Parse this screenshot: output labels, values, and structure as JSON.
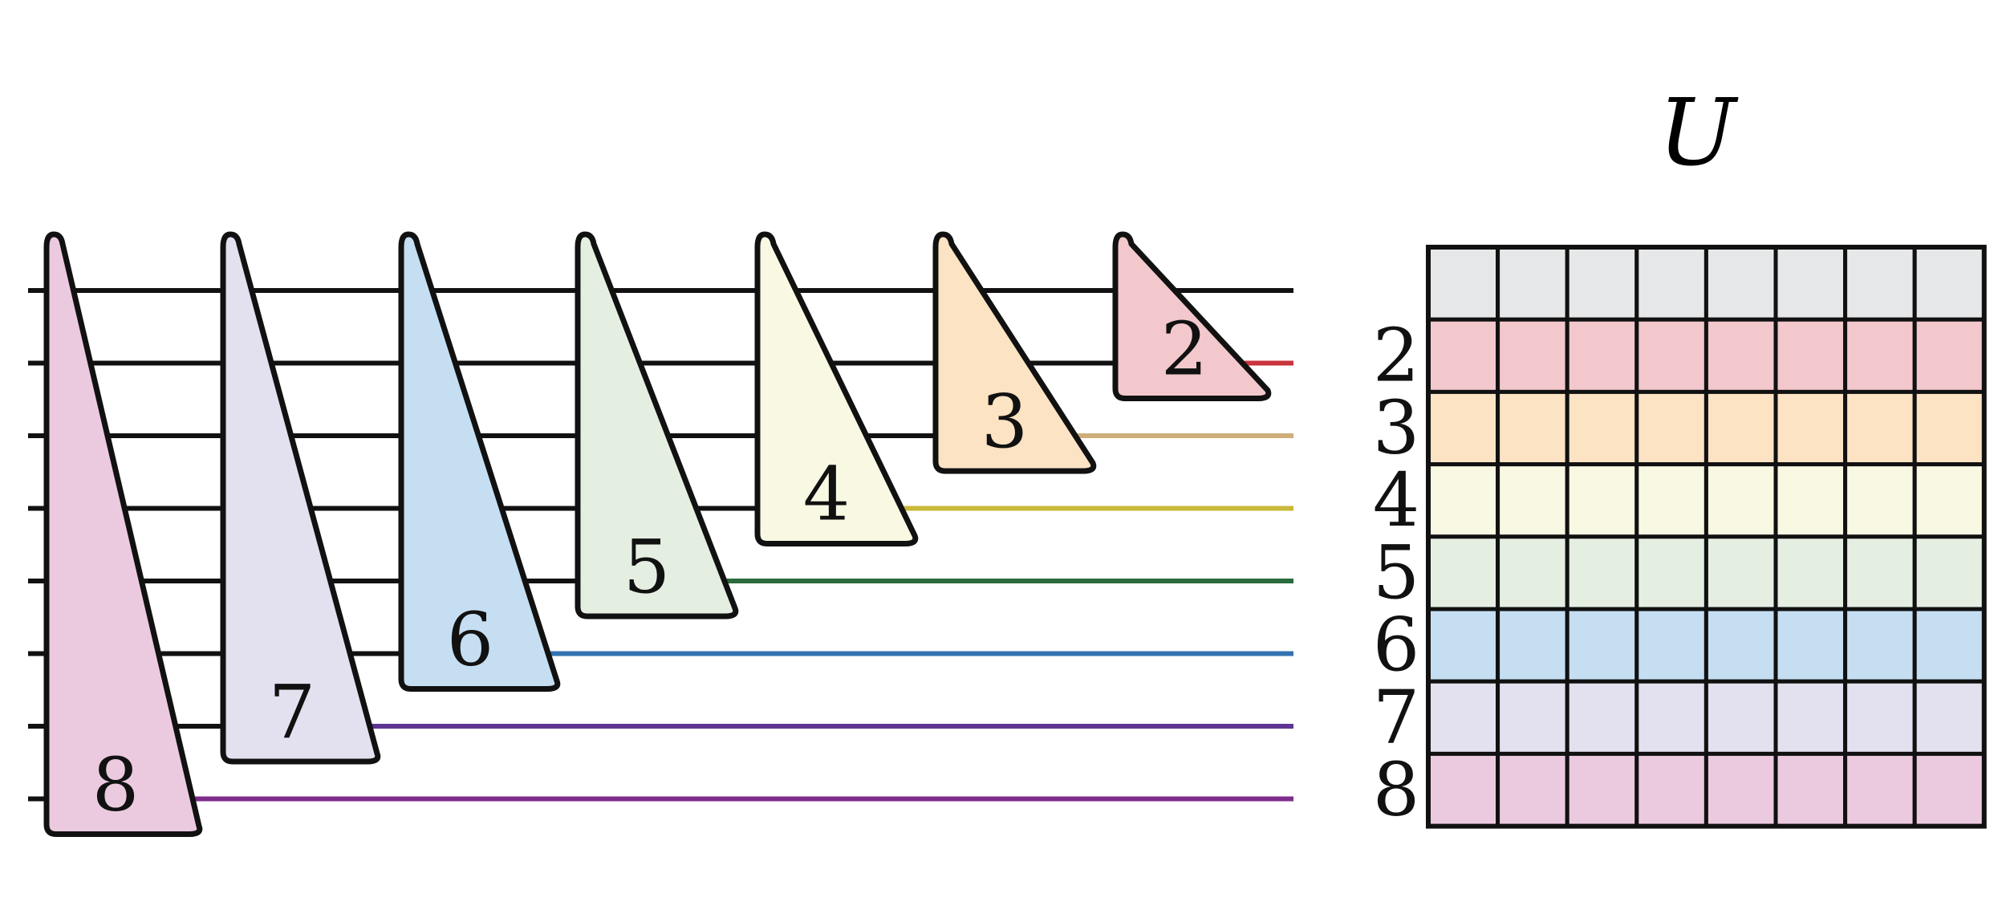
{
  "matrix": {
    "title": "U",
    "columns": 8,
    "row_labels": [
      "",
      "2",
      "3",
      "4",
      "5",
      "6",
      "7",
      "8"
    ],
    "row_colors": [
      "#e6e7e9",
      "#f2c8cc",
      "#fbe3c3",
      "#f9f8e2",
      "#e4efe2",
      "#c5def2",
      "#e3e1ef",
      "#ebcadf"
    ]
  },
  "circuit": {
    "wire_count": 8,
    "gates": [
      {
        "label": "8",
        "fill": "#ebcadf",
        "spans_wires": 8,
        "output_color": "#7e2d8c"
      },
      {
        "label": "7",
        "fill": "#e3e1ef",
        "spans_wires": 7,
        "output_color": "#5e3592"
      },
      {
        "label": "6",
        "fill": "#c5def2",
        "spans_wires": 6,
        "output_color": "#3373b2"
      },
      {
        "label": "5",
        "fill": "#e4efe2",
        "spans_wires": 5,
        "output_color": "#2b6b3c"
      },
      {
        "label": "4",
        "fill": "#f9f8e2",
        "spans_wires": 4,
        "output_color": "#c9b93a"
      },
      {
        "label": "3",
        "fill": "#fbe3c3",
        "spans_wires": 3,
        "output_color": "#cfae7a"
      },
      {
        "label": "2",
        "fill": "#f2c8cc",
        "spans_wires": 2,
        "output_color": "#c9343c"
      }
    ]
  }
}
